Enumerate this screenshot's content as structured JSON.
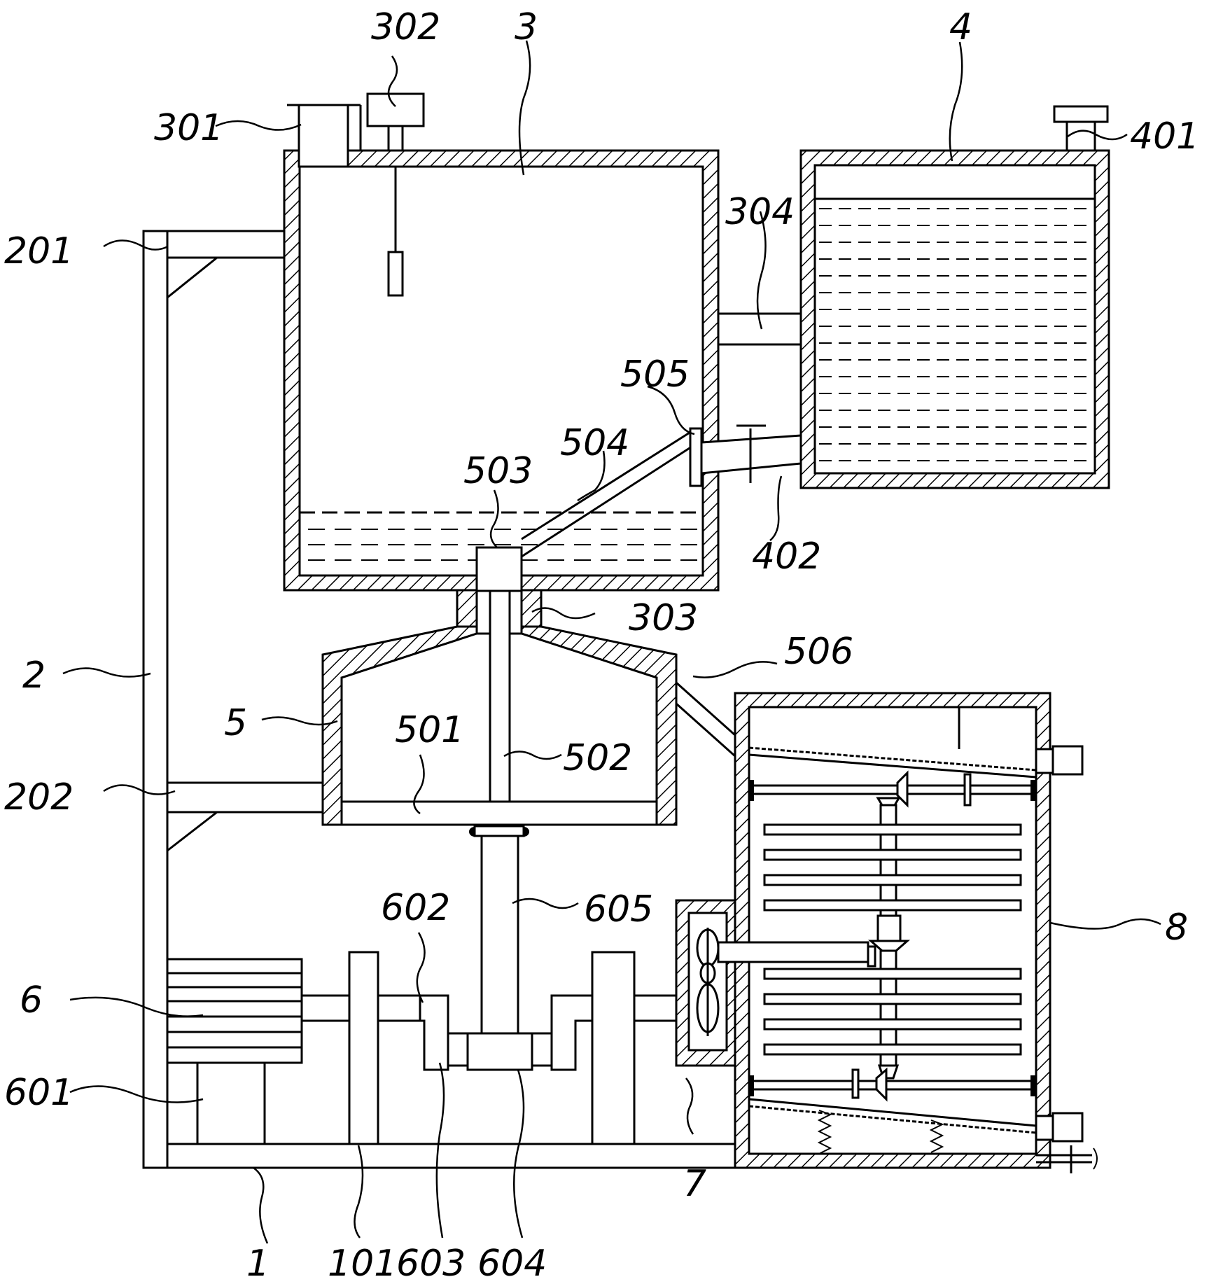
{
  "labels": {
    "l1": "1",
    "l101": "101",
    "l2": "2",
    "l201": "201",
    "l202": "202",
    "l3": "3",
    "l301": "301",
    "l302": "302",
    "l303": "303",
    "l304": "304",
    "l4": "4",
    "l401": "401",
    "l402": "402",
    "l5": "5",
    "l501": "501",
    "l502": "502",
    "l503": "503",
    "l504": "504",
    "l505": "505",
    "l506": "506",
    "l6": "6",
    "l601": "601",
    "l602": "602",
    "l603": "603",
    "l604": "604",
    "l605": "605",
    "l7": "7",
    "l8": "8"
  }
}
